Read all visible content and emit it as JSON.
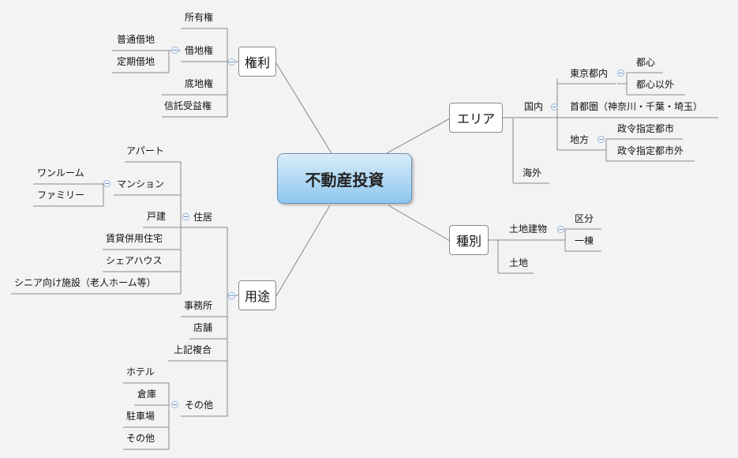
{
  "central": "不動産投資",
  "branches": {
    "rights": {
      "label": "権利",
      "items": {
        "ownership": "所有権",
        "leasehold": "借地権",
        "leasehold_children": [
          "普通借地",
          "定期借地"
        ],
        "land_under": "底地権",
        "trust": "信託受益権"
      }
    },
    "area": {
      "label": "エリア",
      "domestic": "国内",
      "tokyo": "東京都内",
      "tokyo_children": [
        "都心",
        "都心以外"
      ],
      "metro": "首都圏（神奈川・千葉・埼玉）",
      "regional": "地方",
      "regional_children": [
        "政令指定都市",
        "政令指定都市外"
      ],
      "overseas": "海外"
    },
    "type": {
      "label": "種別",
      "land_building": "土地建物",
      "land_building_children": [
        "区分",
        "一棟"
      ],
      "land": "土地"
    },
    "usage": {
      "label": "用途",
      "residence": "住居",
      "apartment": "アパート",
      "mansion": "マンション",
      "mansion_children": [
        "ワンルーム",
        "ファミリー"
      ],
      "house": "戸建",
      "rental_combo": "賃貸併用住宅",
      "share_house": "シェアハウス",
      "senior": "シニア向け施設（老人ホーム等）",
      "office": "事務所",
      "shop": "店舗",
      "mixed": "上記複合",
      "other": "その他",
      "other_children": [
        "ホテル",
        "倉庫",
        "駐車場",
        "その他"
      ]
    }
  }
}
